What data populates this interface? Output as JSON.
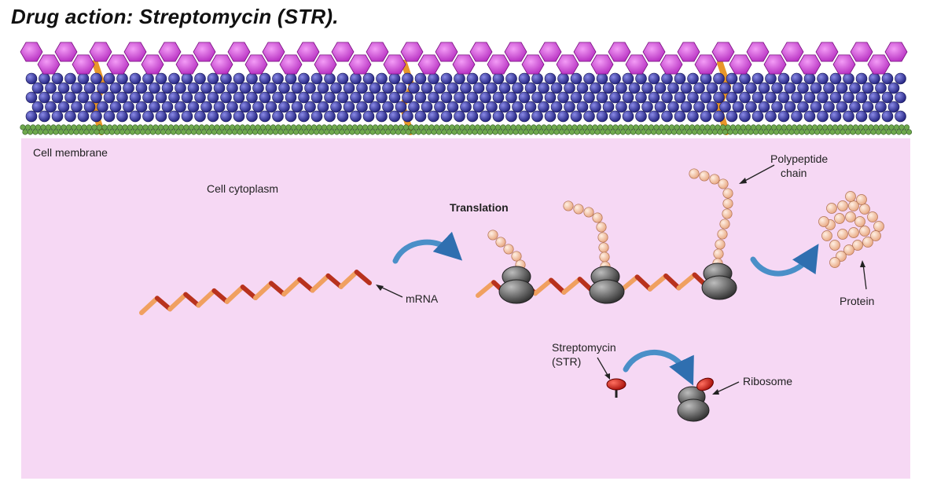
{
  "title": "Drug action: Streptomycin (STR).",
  "labels": {
    "cell_membrane": "Cell membrane",
    "cell_cytoplasm": "Cell cytoplasm",
    "translation": "Translation",
    "mrna": "mRNA",
    "polypeptide_line1": "Polypeptide",
    "polypeptide_line2": "chain",
    "protein": "Protein",
    "streptomycin_line1": "Streptomycin",
    "streptomycin_line2": "(STR)",
    "ribosome": "Ribosome"
  },
  "colors": {
    "cytoplasm": "#f6d8f4",
    "outer_layer": "#d94be0",
    "peptidoglycan": "#3a3aa8",
    "membrane": "#4f8a3a",
    "porin": "#e8962a",
    "mrna_light": "#f0a060",
    "mrna_dark": "#b8321e",
    "bead": "#f4c6a4",
    "ribosome": "#555555",
    "streptomycin": "#d8201a",
    "arrow": "#4a8fc8"
  }
}
